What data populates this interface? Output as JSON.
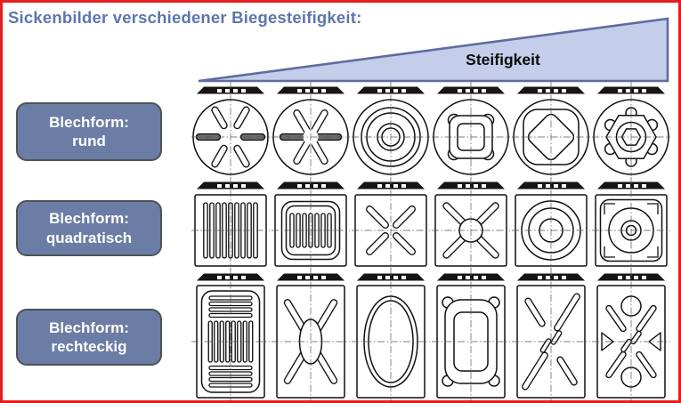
{
  "title": "Sickenbilder verschiedener Biegesteifigkeit:",
  "arrow": {
    "label": "Steifigkeit"
  },
  "colors": {
    "frame_border": "#e31e1e",
    "title_text": "#5c76ae",
    "label_fill": "#6b7da5",
    "label_border": "#4c5359",
    "label_text": "#ffffff",
    "wedge_fill": "#c4cde9",
    "wedge_border": "#5d6da0",
    "drawing_stroke": "#111111"
  },
  "rows": [
    {
      "id": "rund",
      "label": "Blechform:",
      "sublabel": "rund",
      "cells": [
        {
          "pattern": "radial-beads-separate"
        },
        {
          "pattern": "radial-beads-joined"
        },
        {
          "pattern": "concentric-circles"
        },
        {
          "pattern": "square-bead-corner-tabs"
        },
        {
          "pattern": "diamond-in-rounded-square"
        },
        {
          "pattern": "hex-scallop-bead"
        }
      ]
    },
    {
      "id": "quadratisch",
      "label": "Blechform:",
      "sublabel": "quadratisch",
      "cells": [
        {
          "pattern": "parallel-vertical-beads"
        },
        {
          "pattern": "framed-vertical-beads"
        },
        {
          "pattern": "diagonal-x-beads"
        },
        {
          "pattern": "x-beads-center-ring"
        },
        {
          "pattern": "concentric-circle-beads"
        },
        {
          "pattern": "ring-beads-corner-ornaments"
        }
      ]
    },
    {
      "id": "rechteckig",
      "label": "Blechform:",
      "sublabel": "rechteckig",
      "cells": [
        {
          "pattern": "frame-with-parallel-beads"
        },
        {
          "pattern": "x-beads-center-oval"
        },
        {
          "pattern": "oval-bead"
        },
        {
          "pattern": "rounded-frame-bead"
        },
        {
          "pattern": "offset-diagonal-beads"
        },
        {
          "pattern": "diagonal-beads-circles-triangles"
        }
      ]
    }
  ]
}
